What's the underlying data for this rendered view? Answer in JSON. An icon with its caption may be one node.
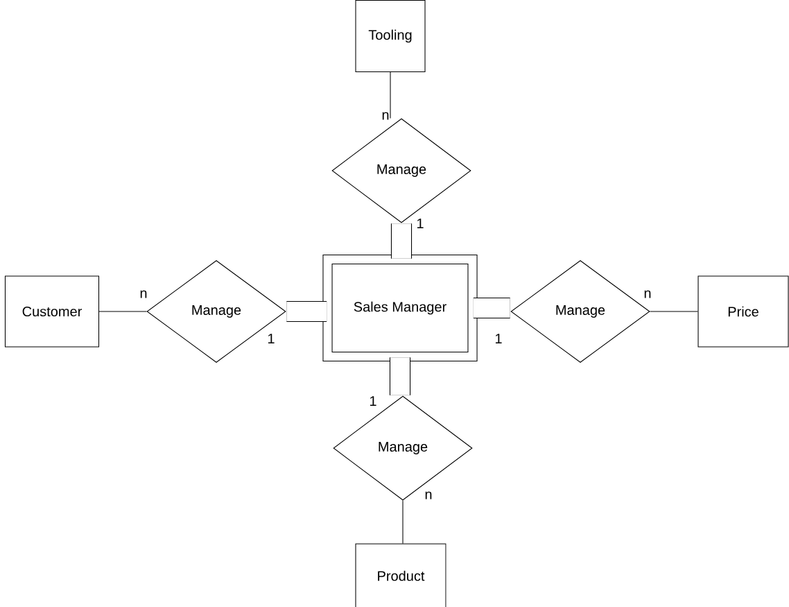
{
  "diagram": {
    "nodes": [
      {
        "text": [
          "Tooling"
        ]
      },
      {
        "text": [
          "Manage"
        ]
      },
      {
        "text": [
          "Customer"
        ]
      },
      {
        "text": [
          "Manage"
        ]
      },
      {
        "text": [
          "Sales Manager"
        ]
      },
      {
        "text": [
          "Manage"
        ]
      },
      {
        "text": [
          "Price"
        ]
      },
      {
        "text": [
          "Manage"
        ]
      },
      {
        "text": [
          "Product"
        ]
      }
    ],
    "edges": [
      {
        "from": 0,
        "to": 1,
        "arrow": "none",
        "label": "n"
      },
      {
        "from": 1,
        "to": 4,
        "arrow": "none",
        "label": "1",
        "style": "thick"
      },
      {
        "from": 2,
        "to": 3,
        "arrow": "none",
        "label": "n"
      },
      {
        "from": 3,
        "to": 4,
        "arrow": "none",
        "label": "1",
        "style": "thick"
      },
      {
        "from": 4,
        "to": 5,
        "arrow": "none",
        "label": "1",
        "style": "thick"
      },
      {
        "from": 5,
        "to": 6,
        "arrow": "none",
        "label": "n"
      },
      {
        "from": 4,
        "to": 7,
        "arrow": "none",
        "label": "1",
        "style": "thick"
      },
      {
        "from": 7,
        "to": 8,
        "arrow": "none",
        "label": "n"
      }
    ]
  }
}
